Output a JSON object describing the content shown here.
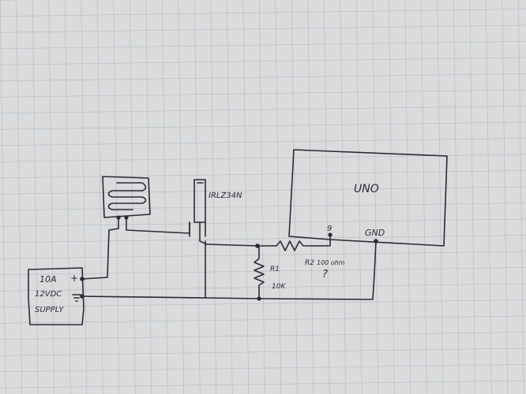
{
  "labels": {
    "supply": [
      "10A",
      "12VDC",
      "SUPPLY"
    ],
    "supply_plus": "+",
    "mosfet": "IRLZ34N",
    "uno": "UNO",
    "pin": "9",
    "gnd": "GND",
    "r1_name": "R1",
    "r1_value": "10K",
    "r2_name": "R2",
    "r2_value": "100 ohm",
    "question": "?"
  },
  "colors": {
    "paper": "#d9dbdc",
    "grid": "#aeb3b8",
    "ink": "#2a2a30"
  }
}
